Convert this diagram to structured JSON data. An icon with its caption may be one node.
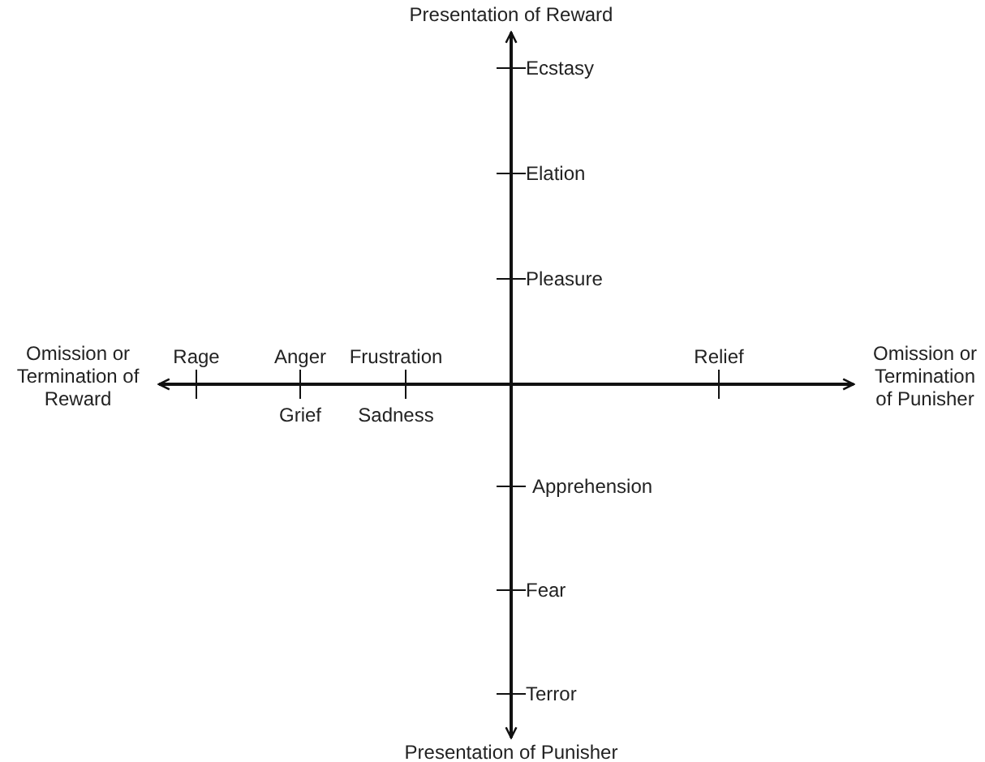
{
  "diagram": {
    "labels": [
      "Presentation of Reward",
      "Ecstasy",
      "Elation",
      "Pleasure",
      "Omission or Termination of Reward",
      "Rage",
      "Anger",
      "Frustration",
      "Relief",
      "Omission or Termination of Punisher",
      "Grief",
      "Sadness",
      "Apprehension",
      "Fear",
      "Terror",
      "Presentation of Punisher"
    ]
  }
}
